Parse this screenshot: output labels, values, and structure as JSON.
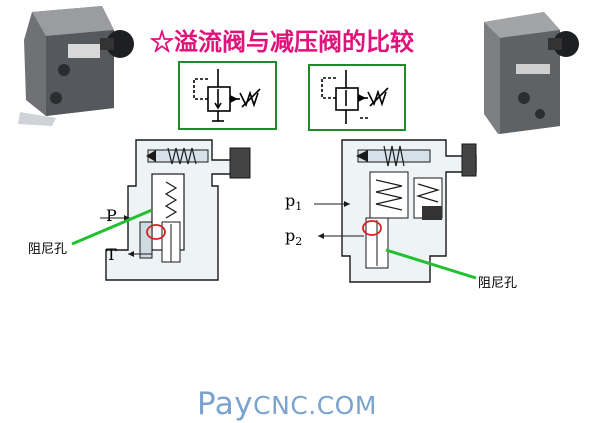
{
  "title": "☆溢流阀与减压阀的比较",
  "relief_valve": {
    "port_p": "P",
    "port_t": "T",
    "orifice_label": "阻尼孔"
  },
  "reducing_valve": {
    "port_p1_base": "p",
    "port_p1_sub": "1",
    "port_p2_base": "p",
    "port_p2_sub": "2",
    "orifice_label": "阻尼孔"
  },
  "watermark": {
    "pay": "Pay",
    "cnc": "CNC.COM"
  },
  "colors": {
    "title": "#e0127a",
    "box_border": "#1f8a2c",
    "leader_line": "#22c02e",
    "highlight_circle": "#d62020",
    "watermark": "#7aa3cf"
  }
}
